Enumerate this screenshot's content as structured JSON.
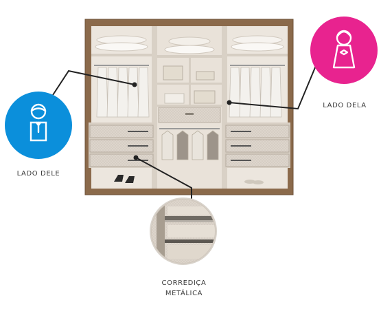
{
  "labels": {
    "his_side": "LADO DELE",
    "her_side": "LADO DELA",
    "slide_line1": "CORREDIÇA",
    "slide_line2": "METÁLICA"
  },
  "icons": {
    "his": "man-icon",
    "her": "woman-icon",
    "detail": "drawer-slide-closeup"
  },
  "colors": {
    "his_circle": "#0b8fdb",
    "her_circle": "#e8238f",
    "wood_frame": "#8b6a4b",
    "interior": "#ece6de",
    "callout_line": "#222222"
  }
}
